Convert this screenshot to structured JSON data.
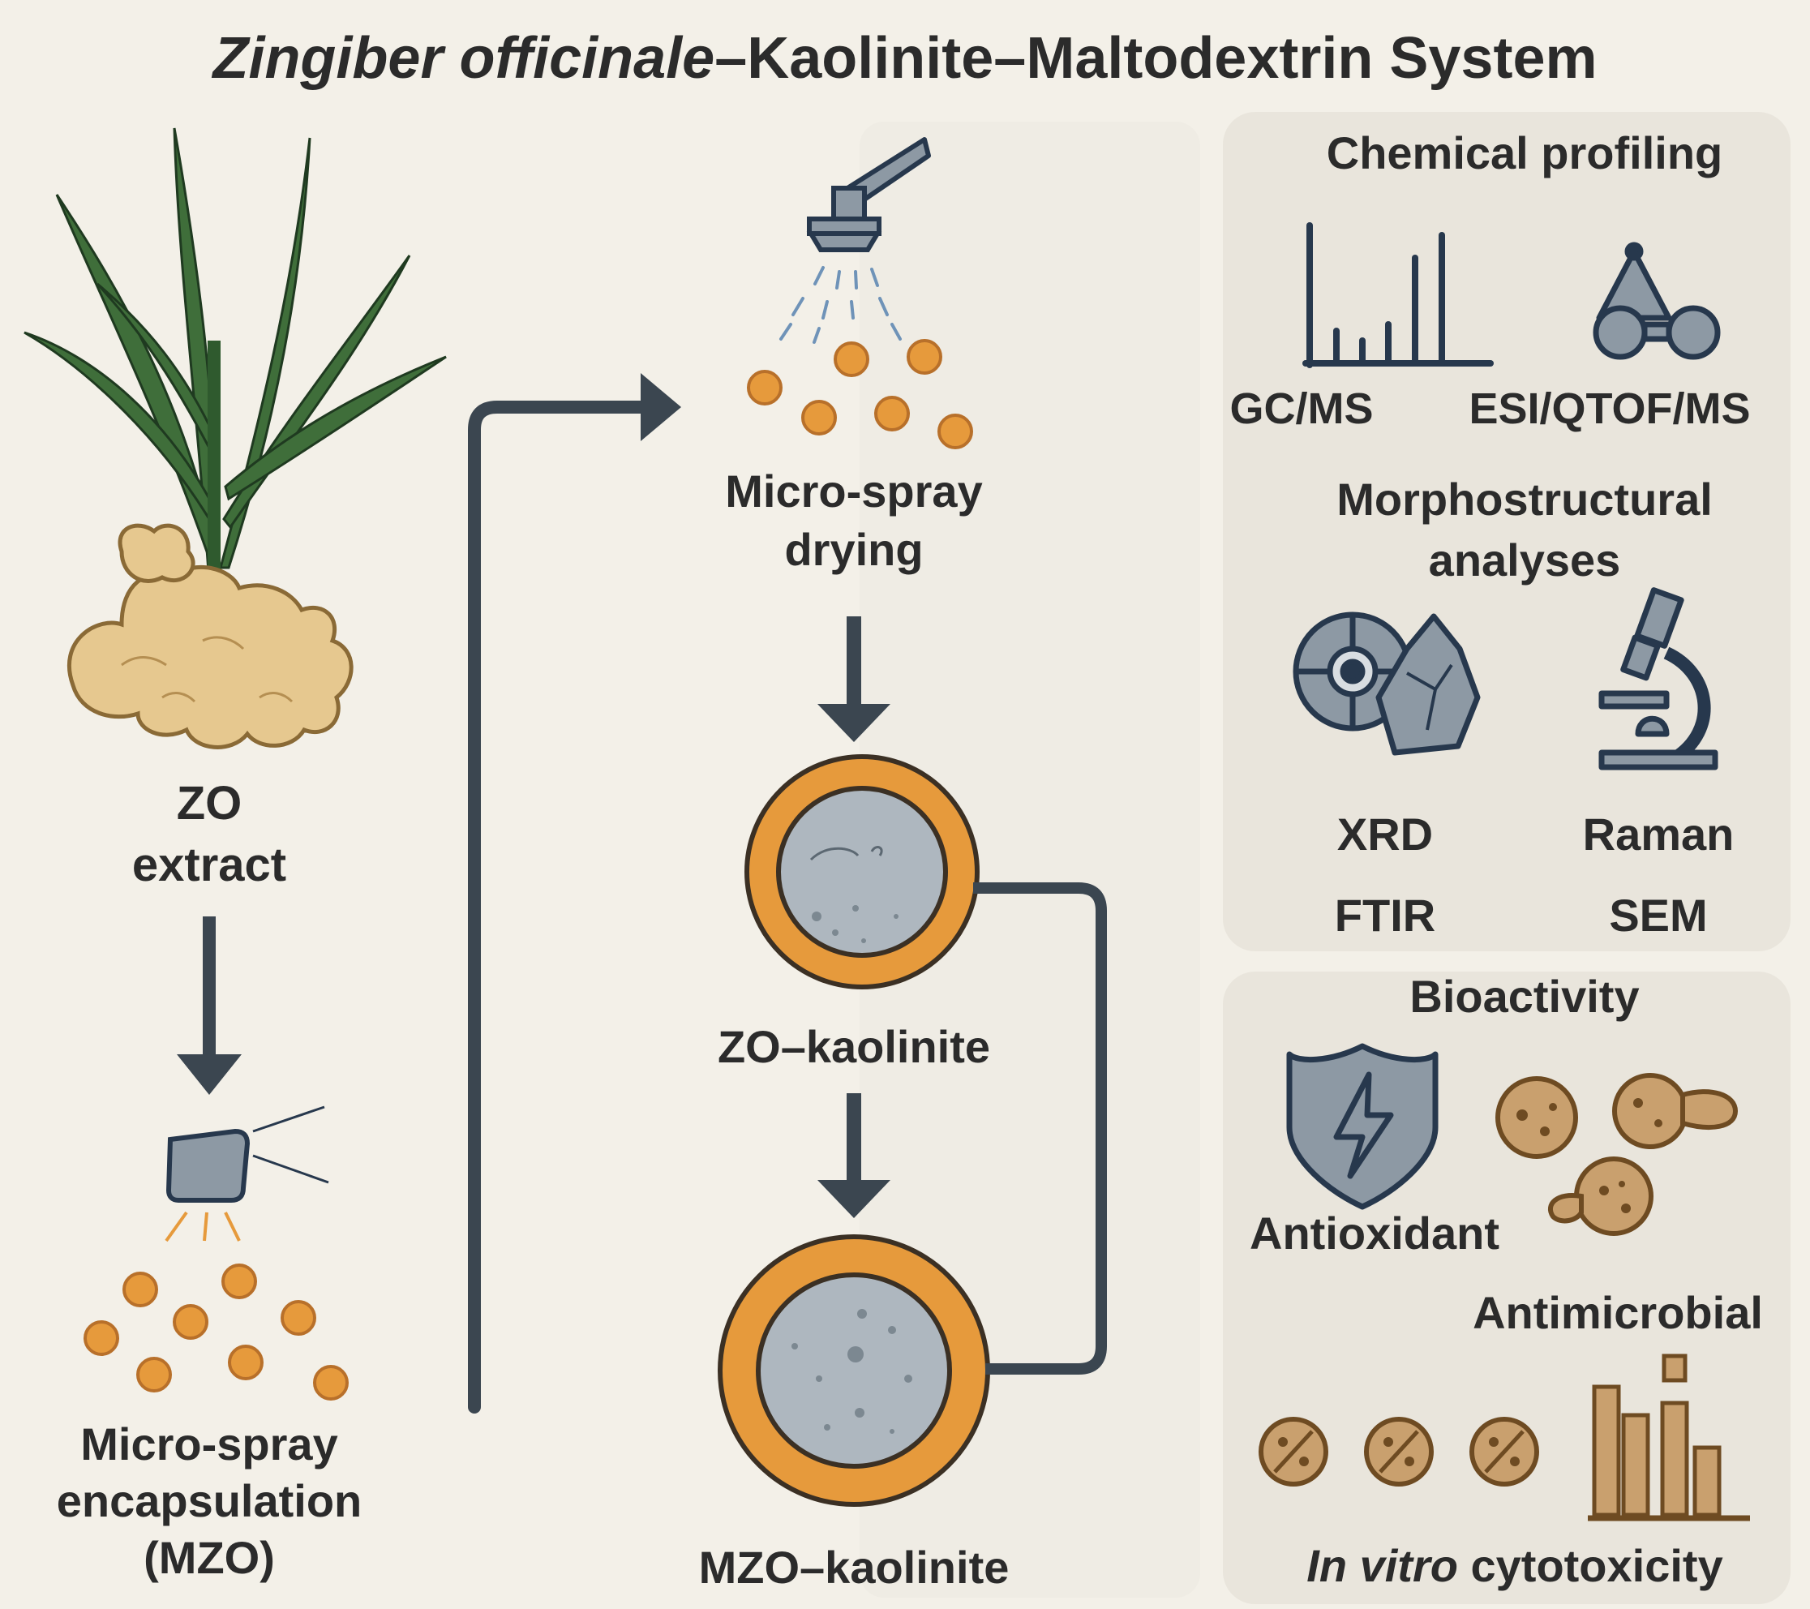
{
  "title": {
    "italic": "Zingiber officinale",
    "rest": "–Kaolinite–Maltodextrin System"
  },
  "left": {
    "extract_line1": "ZO",
    "extract_line2": "extract",
    "encap_line1": "Micro-spray",
    "encap_line2": "encapsulation",
    "encap_line3": "(MZO)"
  },
  "center": {
    "drying_line1": "Micro-spray",
    "drying_line2": "drying",
    "zo_kaolinite": "ZO–kaolinite",
    "mzo_kaolinite": "MZO–kaolinite"
  },
  "panel_top": {
    "chem_title": "Chemical profiling",
    "gcms": "GC/MS",
    "esi": "ESI/QTOF/MS",
    "morph_line1": "Morphostructural",
    "morph_line2": "analyses",
    "xrd": "XRD",
    "raman": "Raman",
    "ftir": "FTIR",
    "sem": "SEM"
  },
  "panel_bottom": {
    "bio_title": "Bioactivity",
    "antioxidant": "Antioxidant",
    "antimicrobial": "Antimicrobial",
    "cyto_italic": "In vitro",
    "cyto_rest": " cytotoxicity"
  },
  "colors": {
    "background": "#f3f0e8",
    "panel": "#e9e5dc",
    "orange": "#e69a3c",
    "dark": "#3b4650",
    "navy": "#27384d",
    "gray": "#8d99a4",
    "leaf": "#3f6e3a",
    "ginger": "#e6c88f",
    "microbe": "#c9a06e"
  }
}
